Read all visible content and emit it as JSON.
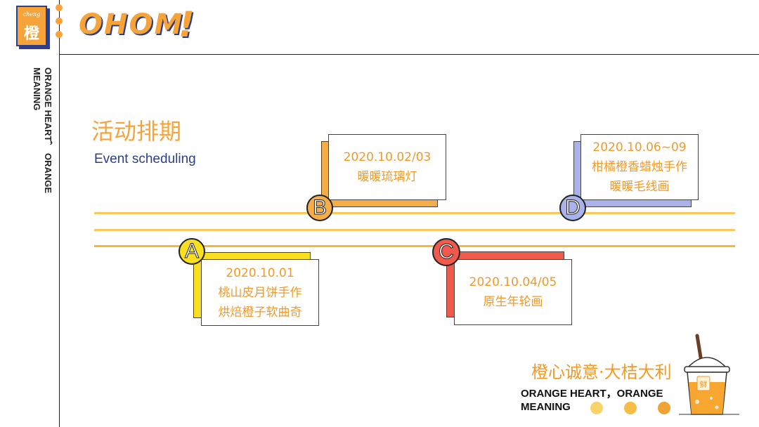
{
  "header": {
    "logo_en": "cheng",
    "logo_cn": "橙",
    "brand": "OHOM",
    "brand_bang": "!"
  },
  "sidebar": {
    "vertical_text": "ORANGE HEART， ORANGE MEANING"
  },
  "section": {
    "title_cn": "活动排期",
    "title_en": "Event scheduling"
  },
  "events": [
    {
      "letter": "A",
      "lines": [
        "2020.10.01",
        "桃山皮月饼手作",
        "烘焙橙子软曲奇"
      ],
      "color": "#f9df1f"
    },
    {
      "letter": "B",
      "lines": [
        "2020.10.02/03",
        "暖暖琉璃灯"
      ],
      "color": "#f6ac48"
    },
    {
      "letter": "C",
      "lines": [
        "2020.10.04/05",
        "原生年轮画"
      ],
      "color": "#f05a4d"
    },
    {
      "letter": "D",
      "lines": [
        "2020.10.06~09",
        "柑橘橙香蜡烛手作",
        "暖暖毛线画"
      ],
      "color": "#a9b2ea"
    }
  ],
  "footer": {
    "slogan_cn": "橙心诚意·大桔大利",
    "slogan_en_1": "ORANGE HEART，ORANGE",
    "slogan_en_2": "MEANING",
    "cup_label": "鲜"
  },
  "colors": {
    "accent": "#f6a43a",
    "navy": "#2d3f8a",
    "text_orange": "#f19a28"
  }
}
